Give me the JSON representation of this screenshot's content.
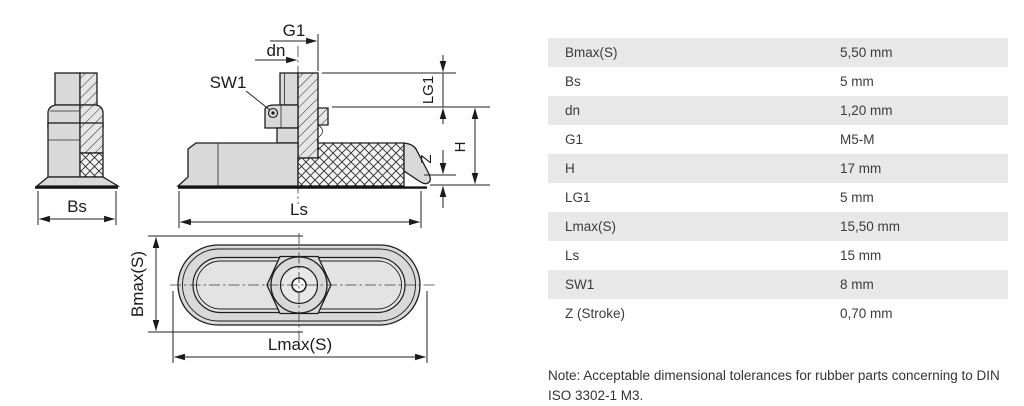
{
  "drawing": {
    "labels": {
      "g1": "G1",
      "dn": "dn",
      "sw1": "SW1",
      "lg1": "LG1",
      "h": "H",
      "z": "Z",
      "bs": "Bs",
      "ls": "Ls",
      "bmax": "Bmax(S)",
      "lmax": "Lmax(S)"
    }
  },
  "spec_table": {
    "rows": [
      {
        "label": "Bmax(S)",
        "value": "5,50 mm"
      },
      {
        "label": "Bs",
        "value": "5 mm"
      },
      {
        "label": "dn",
        "value": "1,20 mm"
      },
      {
        "label": "G1",
        "value": "M5-M"
      },
      {
        "label": "H",
        "value": "17 mm"
      },
      {
        "label": "LG1",
        "value": "5 mm"
      },
      {
        "label": "Lmax(S)",
        "value": "15,50 mm"
      },
      {
        "label": "Ls",
        "value": "15 mm"
      },
      {
        "label": "SW1",
        "value": "8 mm"
      },
      {
        "label": "Z (Stroke)",
        "value": "0,70 mm"
      }
    ]
  },
  "note": "Note: Acceptable dimensional tolerances for rubber parts concerning to DIN ISO 3302-1 M3.",
  "colors": {
    "row_alt": "#e8e8e8",
    "part_fill": "#d9d9d9",
    "line": "#1c1c1c"
  }
}
